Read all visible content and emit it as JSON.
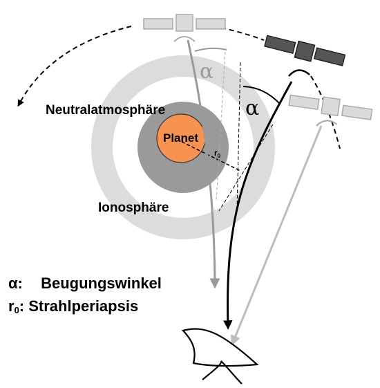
{
  "labels": {
    "neutral_atmosphere": "Neutralatmosphäre",
    "planet": "Planet",
    "ionosphere": "Ionosphäre",
    "r0_symbol": "r",
    "r0_sub": "0",
    "alpha_gray": "α",
    "alpha_black": "α"
  },
  "legend": {
    "alpha_symbol": "α:",
    "alpha_text": "Beugungswinkel",
    "r0_symbol": "r",
    "r0_sub": "0",
    "r0_text": ": Strahlperiapsis"
  },
  "colors": {
    "planet_fill": "#F79251",
    "neutral_atmosphere_fill": "#9A9A9A",
    "ionosphere_fill": "#DCDCDC",
    "active_satellite": "#555555",
    "inactive_satellite": "#DADADA",
    "gray_ray": "#9A9A9A",
    "light_ray": "#BDBDBD",
    "black_ray": "#000000"
  },
  "icons": {
    "active_satellite": "satellite-icon",
    "inactive_satellite": "satellite-icon",
    "receiver": "ground-antenna-icon"
  }
}
